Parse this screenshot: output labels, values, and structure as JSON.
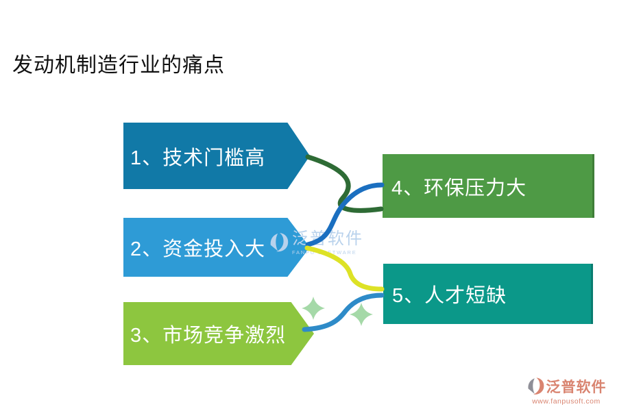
{
  "title": "发动机制造行业的痛点",
  "items_left": [
    {
      "label": "1、技术门槛高",
      "color": "#1179A7"
    },
    {
      "label": "2、资金投入大",
      "color": "#2E9BD6"
    },
    {
      "label": "3、市场竞争激烈",
      "color": "#8DC63F"
    }
  ],
  "items_right": [
    {
      "label": "4、环保压力大",
      "color": "#4E9A45"
    },
    {
      "label": "5、人才短缺",
      "color": "#0B9889"
    }
  ],
  "connectors": {
    "c1_to_4_color": "#2E6B35",
    "c2_to_4_color": "#1B6FC0",
    "c2_to_5_color": "#DDE226",
    "c3_to_5_color": "#2E8BC8"
  },
  "decor": {
    "sparkle_color": "#A5D9A8"
  },
  "watermark_center": {
    "text": "泛普软件",
    "subtext": "FANPU SOFTWARE",
    "color": "#B9D2EC"
  },
  "footer_logo": {
    "text": "泛普软件",
    "url": "www.fanpusoft.com",
    "text_color": "#D98470",
    "glyph_gray": "#8F8F98"
  }
}
